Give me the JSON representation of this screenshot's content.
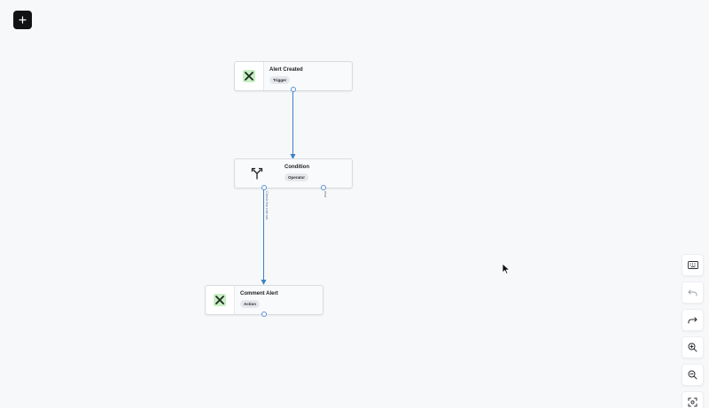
{
  "canvas": {
    "add_button_label": "+"
  },
  "nodes": [
    {
      "id": "alert-created",
      "title": "Alert Created",
      "badge": "Trigger",
      "icon": "integration-logo-icon"
    },
    {
      "id": "condition",
      "title": "Condition",
      "badge": "Operator",
      "icon": "branch-icon"
    },
    {
      "id": "comment-alert",
      "title": "Comment Alert",
      "badge": "Action",
      "icon": "integration-logo-icon"
    }
  ],
  "edges": [
    {
      "from": "alert-created",
      "to": "condition",
      "label": ""
    },
    {
      "from": "condition",
      "to": "comment-alert",
      "label": "Check the rule set"
    },
    {
      "from": "condition",
      "to": "",
      "label": "else"
    }
  ],
  "toolbar": {
    "items": [
      {
        "name": "keyboard-shortcuts",
        "icon": "keyboard-icon"
      },
      {
        "name": "undo",
        "icon": "undo-icon"
      },
      {
        "name": "redo",
        "icon": "redo-icon"
      },
      {
        "name": "zoom-in",
        "icon": "zoom-in-icon"
      },
      {
        "name": "zoom-out",
        "icon": "zoom-out-icon"
      },
      {
        "name": "fit-view",
        "icon": "fit-view-icon"
      }
    ]
  },
  "colors": {
    "background": "#f7f8fa",
    "edge": "#3b82c4",
    "logo_tile": "#c7eec4",
    "add_button": "#111214"
  }
}
